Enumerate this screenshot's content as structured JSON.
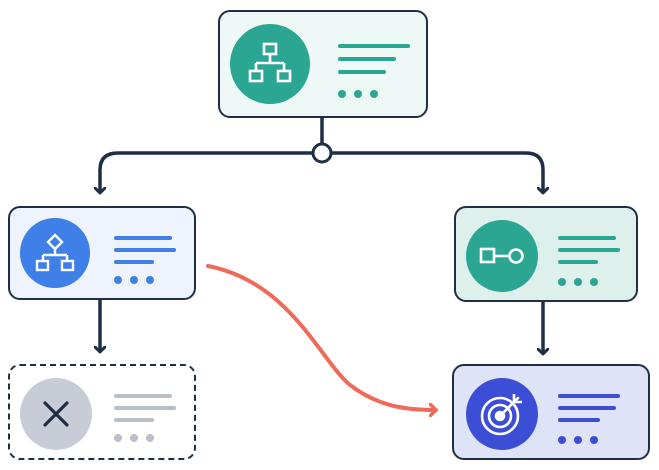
{
  "colors": {
    "outline": "#1e2f45",
    "teal": "#2aa693",
    "teal_card_bg": "#eef8f6",
    "teal_card_bg_2": "#ddf0eb",
    "blue": "#3f7fe8",
    "blue_card_bg": "#eef3fd",
    "gray": "#c8ccd6",
    "gray_lines": "#b9bec9",
    "indigo": "#3d4ed6",
    "indigo_card_bg": "#dfe3f8",
    "red_arrow": "#ee6b5a"
  },
  "nodes": {
    "root": {
      "icon": "hierarchy-icon",
      "status": "active"
    },
    "left": {
      "icon": "decision-flowchart-icon",
      "status": "active"
    },
    "right": {
      "icon": "connector-icon",
      "status": "active"
    },
    "rejected": {
      "icon": "close-icon",
      "status": "removed"
    },
    "goal": {
      "icon": "target-icon",
      "status": "goal"
    }
  },
  "edges": [
    {
      "from": "root",
      "to": "left",
      "style": "solid"
    },
    {
      "from": "root",
      "to": "right",
      "style": "solid"
    },
    {
      "from": "left",
      "to": "rejected",
      "style": "solid"
    },
    {
      "from": "right",
      "to": "goal",
      "style": "solid"
    },
    {
      "from": "left",
      "to": "goal",
      "style": "curved",
      "color": "red"
    }
  ]
}
